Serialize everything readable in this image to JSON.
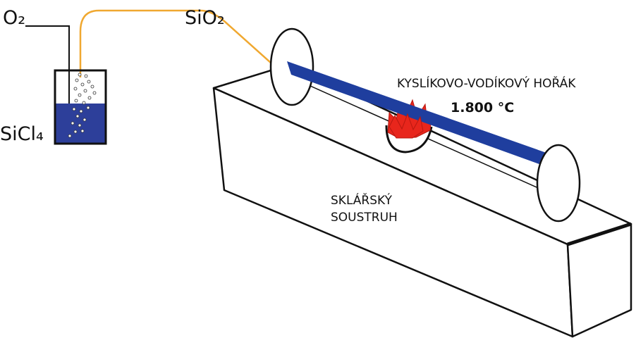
{
  "labels": {
    "oxygen": "O₂",
    "silica": "SiO₂",
    "tetrachloride": "SiCl₄",
    "burner": "KYSLÍKOVO-VODÍKOVÝ HOŘÁK",
    "temperature": "1.800 °C",
    "lathe_line1": "SKLÁŘSKÝ",
    "lathe_line2": "SOUSTRUH"
  },
  "colors": {
    "tube": "#1f3e9e",
    "liquid": "#2d3f9a",
    "supply_line": "#f0a830",
    "flame": "#e8261c",
    "outline": "#111111"
  }
}
